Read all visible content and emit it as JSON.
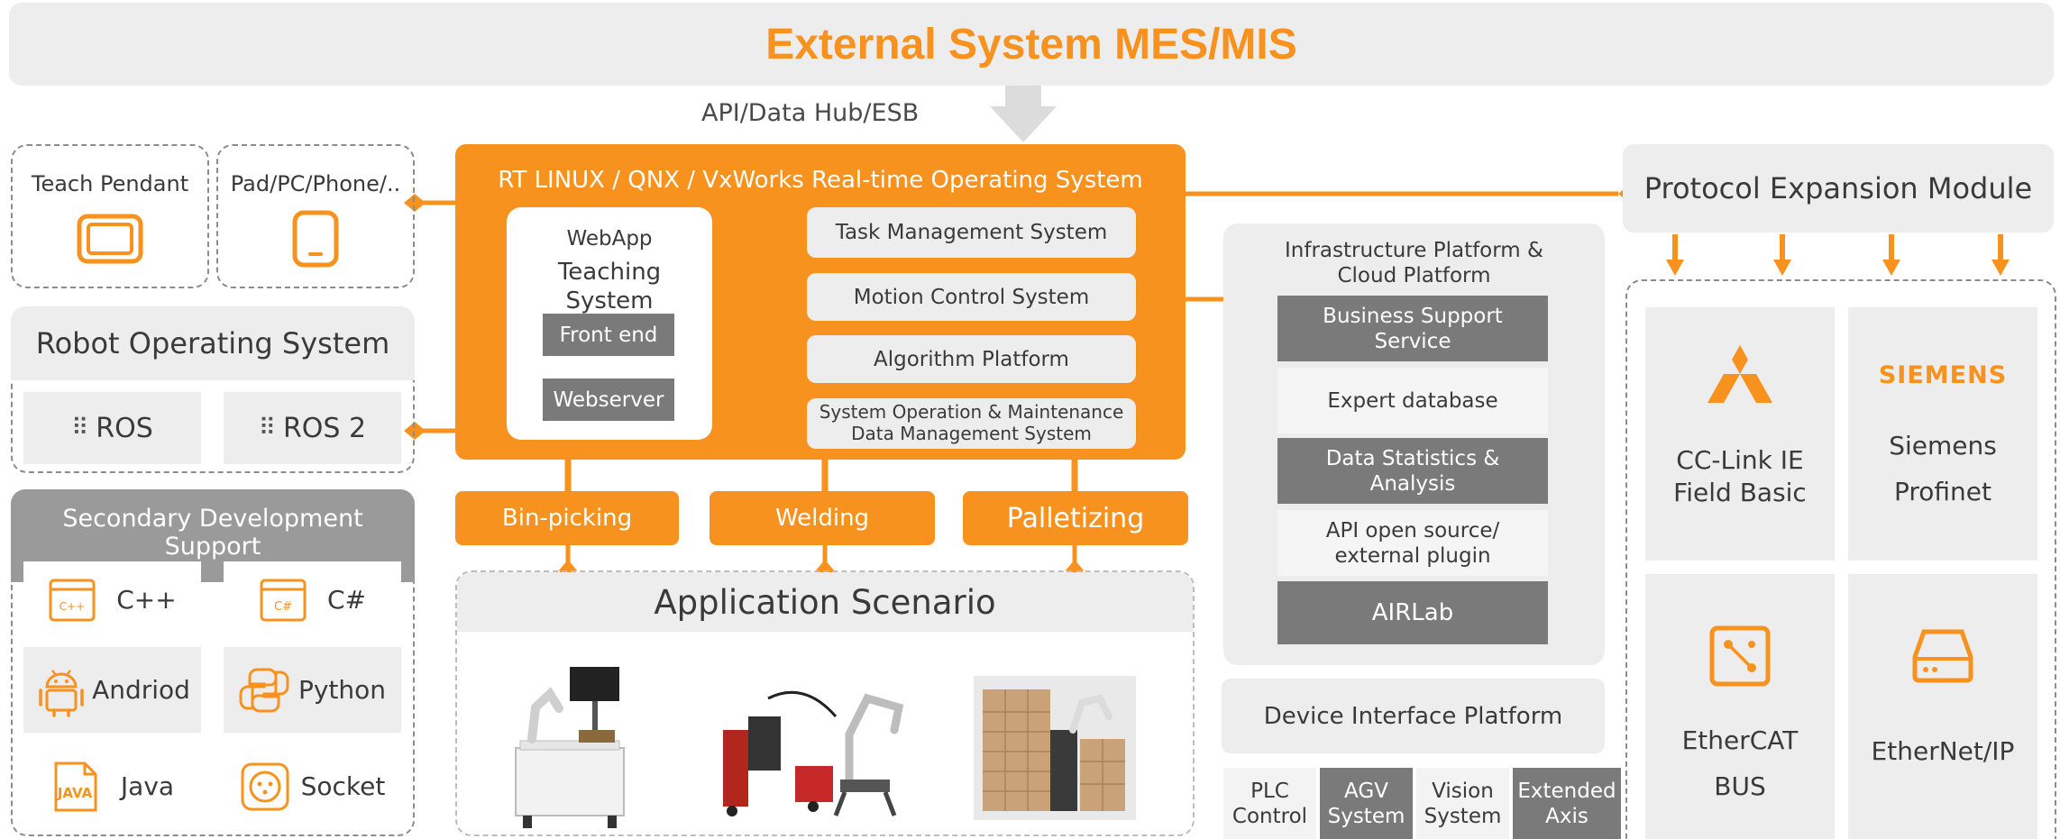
{
  "title": "External System MES/MIS",
  "api_hub": "API/Data Hub/ESB",
  "teach_pendant": "Teach Pendant",
  "pad": "Pad/PC/Phone/..",
  "robot_os": {
    "title": "Robot Operating System",
    "ros": "ROS",
    "ros2": "ROS 2"
  },
  "secondary": {
    "title": "Secondary Development Support",
    "items": [
      {
        "label": "C++",
        "icon": "cpp-file-icon"
      },
      {
        "label": "C#",
        "icon": "csharp-file-icon"
      },
      {
        "label": "Andriod",
        "icon": "android-icon"
      },
      {
        "label": "Python",
        "icon": "python-icon"
      },
      {
        "label": "Java",
        "icon": "java-icon"
      },
      {
        "label": "Socket",
        "icon": "socket-icon"
      }
    ],
    "icon_texts": {
      "cpp": "C++",
      "csharp": "C#",
      "java": "JAVA"
    }
  },
  "rtos": {
    "title": "RT LINUX / QNX / VxWorks Real-time Operating System",
    "webapp": "WebApp",
    "teaching_system": "Teaching System",
    "front_end": "Front end",
    "webserver": "Webserver",
    "task_mgmt": "Task Management System",
    "motion_ctrl": "Motion Control System",
    "algorithm": "Algorithm Platform",
    "ops_line1": "System Operation & Maintenance",
    "ops_line2": "Data Management System"
  },
  "apps": {
    "bin_picking": "Bin-picking",
    "welding": "Welding",
    "palletizing": "Palletizing",
    "scenario_title": "Application Scenario"
  },
  "infra": {
    "title_line1": "Infrastructure Platform &",
    "title_line2": "Cloud Platform",
    "bss_line1": "Business Support",
    "bss_line2": "Service",
    "expert": "Expert database",
    "stats_line1": "Data Statistics &",
    "stats_line2": "Analysis",
    "api_line1": "API open source/",
    "api_line2": "external plugin",
    "airlab": "AIRLab"
  },
  "device": {
    "title": "Device Interface Platform",
    "plc_1": "PLC",
    "plc_2": "Control",
    "agv_1": "AGV",
    "agv_2": "System",
    "vision_1": "Vision",
    "vision_2": "System",
    "axis_1": "Extended",
    "axis_2": "Axis"
  },
  "protocol": {
    "title": "Protocol Expansion Module",
    "cclink_1": "CC-Link IE",
    "cclink_2": "Field Basic",
    "siemens_logo": "SIEMENS",
    "siemens_1": "Siemens",
    "siemens_2": "Profinet",
    "ethercat_1": "EtherCAT",
    "ethercat_2": "BUS",
    "ethernetip": "EtherNet/IP"
  },
  "colors": {
    "accent": "#f7921e",
    "panel": "#ededed",
    "dark": "#7a7a7a",
    "border": "#8c8c8c"
  }
}
